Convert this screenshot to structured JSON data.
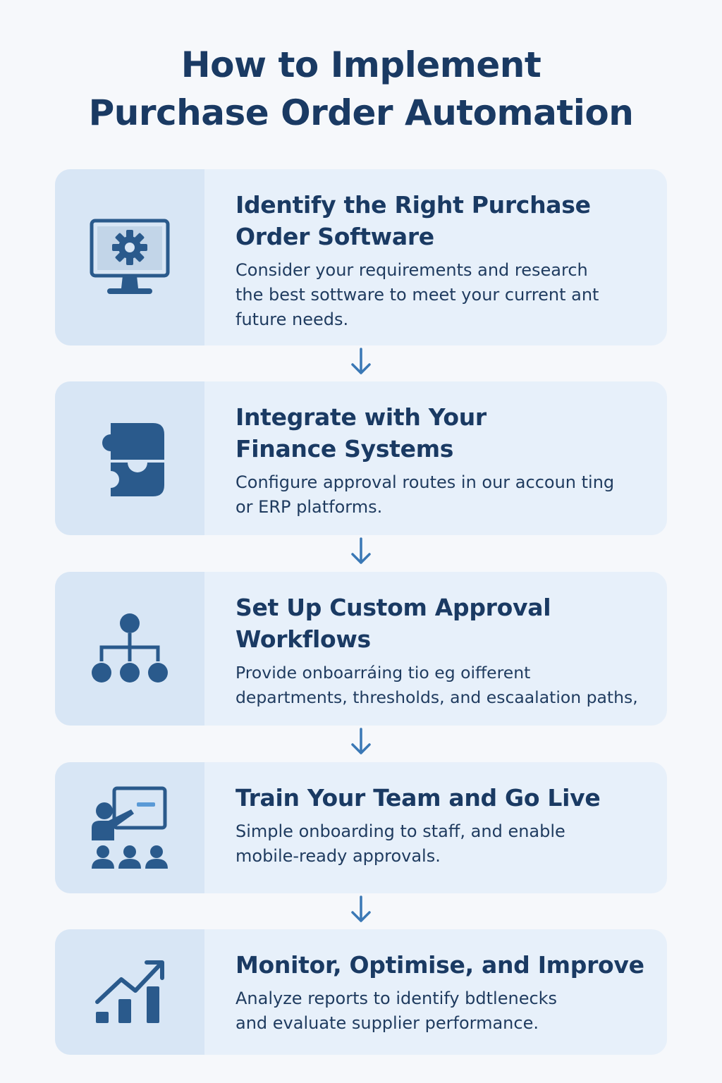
{
  "title": {
    "line1": "How to Implement",
    "line2": "Purchase Order Automation"
  },
  "steps": [
    {
      "icon": "monitor-gear-icon",
      "heading": "Identify the Right Purchase\nOrder Software",
      "description": "Consider your requirements and research\nthe best sottware to meet your current ant\nfuture needs."
    },
    {
      "icon": "puzzle-piece-icon",
      "heading": "Integrate with Your\nFinance Systems",
      "description": "Configure approval routes in our accoun ting\nor ERP platforms."
    },
    {
      "icon": "org-chart-icon",
      "heading": "Set Up Custom Approval\nWorkflows",
      "description": "Provide onboarráing tio eg oifferent\ndepartments, thresholds, and escaalation paths,"
    },
    {
      "icon": "presentation-training-icon",
      "heading": "Train Your Team and Go Live",
      "description": "Simple onboarding to staff, and enable\nmobile-ready approvals."
    },
    {
      "icon": "growth-chart-icon",
      "heading": "Monitor, Optimise, and Improve",
      "description": "Analyze reports to identify bdtlenecks\nand evaluate supplier performance."
    }
  ],
  "colors": {
    "icon": "#2a5a8c",
    "arrow": "#3a78b5",
    "card": "#e7f0fa",
    "icon_panel": "#d8e6f5",
    "heading": "#1a3a63"
  }
}
